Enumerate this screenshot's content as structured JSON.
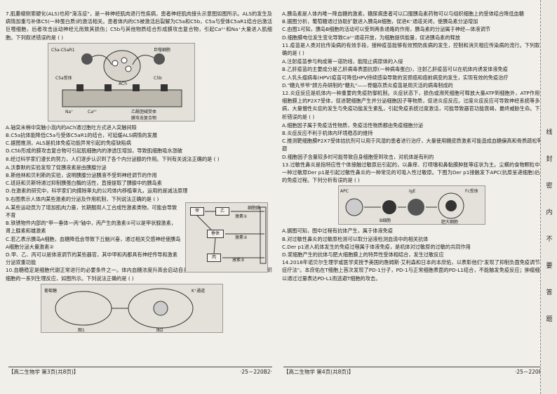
{
  "left": {
    "q7": {
      "stem": "7.肌萎缩侧索硬化(ALS)也称\"渐冻症\"，是一种神经肌肉退行性疾病，患者神经肌肉接头示意图如图所示。ALS的发生及病情加重与补体C5(一种蛋白质)的激活相关。患者体内的C5被激活后裂解为C5a和C5b，C5a与受体C5aR1结合后激活巨噬细胞，后者攻击运动神经元而致其损伤；C5b与其他物质结合形成膜攻击复合物，引起Ca²⁺和Na⁺大量进入肌细胞。下列叙述错误的是",
      "blank": "(      )",
      "options": [
        "A.轴突末梢中突触小泡内的ACh通过胞吐方式进入突触间隙",
        "B.C5a抗体能降低C5a与受体C5aR1的结合，可延缓ALS病情的发展",
        "C.据图推测，ALS是机体免疫功能异常引起的免疫缺陷病",
        "D.C5b形成的膜攻击复合物可引起肌细胞内的渗透压增加，导致肌细胞吸水涨破"
      ],
      "fig_labels": {
        "microglia": "C5a-C5aR1",
        "macrophage": "巨噬细胞",
        "receptor": "C5a受体",
        "complex": "C5b",
        "na": "Na⁺",
        "ca": "Ca²⁺",
        "ach": "ACh",
        "muscle": "乙酰胆碱受体",
        "membrane": "膜攻击复合物"
      }
    },
    "q8": {
      "stem": "8.经过科学家们漫长的努力，人们逐步认识到了各个内分泌腺的作用。下列有关说法正确的是",
      "blank": "(      )",
      "options": [
        "A.沃泰默的实验发现了促胰液素是由胰腺分泌",
        "B.斯他林和贝利斯的实验，说明胰腺分泌胰液不受到神经调节的作用",
        "C.班廷和贝斯特通过抑制胰蛋白酶的活性，直接提取了胰腺中的胰岛素",
        "D.在激素的研究中，科学家们向摘除睾丸的公鸡体内移植睾丸，运用的是减法原理"
      ]
    },
    "q9": {
      "stem": "9.右图表示人体内某些激素的分泌及作用机制，下列说法正确的是",
      "blank": "(      )",
      "options": [
        "A.某些运动员为了增加肌肉力量，长期服用人工合成性激素类物，可能会导致不育",
        "B.铁锈物件内部的\"甲一垂体一丙\"轴中，丙产生的激素②可以是甲状腺激素，肾上腺素和雄激素",
        "C.若乙表示胰岛A细胞，血糖降低会导致下丘脑兴奋，通过相关交感神经使胰岛A细胞分泌大量激素②",
        "D.甲、乙、丙可以是体液调节的某些器官，其中甲和丙都具有神经传导和激素分泌双重功能"
      ],
      "fig_labels": {
        "jia": "甲",
        "yi": "乙",
        "bing": "丙",
        "chuiti": "垂体",
        "jisu1": "激素①",
        "jisu2": "激素②",
        "jisu3": "激素③",
        "cell": "细胞膜"
      }
    },
    "q10": {
      "stem": "10.血糖稳定是细胞代谢正常进行的必要条件之一。体内血糖浓度升高会启动自身的调节机制，图1是胰岛B细胞和组织细胞的一系列生理反应，如图所示。下列说法正确的是",
      "blank": "(      )",
      "fig_labels": {
        "fig1": "图1",
        "fig2": "图2",
        "glucose": "葡萄糖",
        "k": "K⁺通道"
      }
    }
  },
  "right": {
    "q10opts": [
      "A.胰岛素是人体内唯一降血糖的激素，糖尿病患者可以口服胰岛素药物可以与组织细胞上的受体结合降低血糖",
      "B.据图分析，葡萄糖通过协助扩散进入胰岛B细胞，促进K⁺通道关闭，使胰岛素分泌增加",
      "C.由图1可知，胰岛B细胞的活动可以受到两条通路的作用，胰岛素的分泌属于神经—体液调节",
      "D.细胞膜电位发生变化导致Ca²⁺通道开放，为细胞提供能量，促进胰岛素的释放"
    ],
    "q11": {
      "stem": "11.疫苗是人类对抗传染病的有效手段，接种疫苗能够有效预防疾病的发生，控制和消灭相应传染病的流行。下列叙述正确的是",
      "blank": "(      )",
      "options": [
        "A.注射疫苗参与构成第一道防线，能阻止病原体的入侵",
        "B.乙肝疫苗的主要成分是乙肝病毒表面抗原(一种病毒蛋白)，注射乙肝疫苗可以在机体内诱发体液免疫",
        "C.人乳头瘤病毒(HPV)疫苗可降低HPV持续感染导致的宫颈癌和癌前病变的发生，实现有效的免疫治疗",
        "D.\"糖丸爷爷\"顾方舟研制的\"糖丸\"——脊髓灰质炎疫苗是用灭活的病毒制成的"
      ]
    },
    "q12": {
      "stem": "12.炎症反应是机体内一种重要的免疫防御机制。炎症状态下，损伤或濒死细胞可释放大量ATP到细胞外，ATP作用于靶细胞膜上的P2X7受体，促进靶细胞产生并分泌细胞因子等物质，促进炎症反应。过度炎症反应可导致神经系统等多种疾病，大量慢性炎症的发生与免疫功能发生紊乱，引起免疫系统过度激活，可能导致器官功能衰竭，最终威胁生命。下列分析错误的是",
      "blank": "(      )",
      "options": [
        "A.细胞因子属于免疫活性物质，免疫活性物质都由免疫细胞分泌",
        "B.炎症反应不利于机体内环境稳态的维持",
        "C.推测靶细胞膜P2X7受体拮抗剂可以用于风湿的患者进行治疗，大量使用糖皮质激素可能造成血糖偏高和骨质疏松等问题",
        "D.细胞因子含量较多时可能导致自身细胞受到攻击，对机体是有利的"
      ]
    },
    "q13": {
      "stem": "13.过敏性鼻炎是指特应性个体接触过敏原后引起的，以鼻痒、打喷嚏和鼻黏膜肿胀等症状为主。尘螨的食物颗粒中含有一种过敏原Der p1是引起过敏性鼻炎的一种常见的可吸入性过敏原。下图为Der p1接触发下APC(抗原呈递细胞)后发生的免疫过程。下列分析有误的是",
      "blank": "(      )",
      "fig_labels": {
        "apc": "APC",
        "b": "B细胞",
        "ige": "IgE",
        "fc": "Fc受体",
        "mast": "肥大细胞"
      },
      "options": [
        "A.据图可知，图中过程有抗体产生，属于体液免疫",
        "B.对过敏性鼻炎的过敏原检测可以取分泌液检测血清中的相关抗体",
        "C.Der p1进入机体发生的免疫过程属于体液免疫，是机体对过敏原的过敏的共同作用",
        "D.浆细胞产生的抗体与肥大细胞膜上的特异性受体相结合，发生过敏反应"
      ]
    },
    "q14": {
      "stem": "14.2018年诺贝尔生理学或医学奖授予美国的詹姆斯·艾利森和日本的本庶佑，以表彰他们\"发现了抑制负面免疫调节的癌症疗法\"。本庶佑在T细胞上首次发现了PD-1分子，PD-1与正常细胞表面的PD-L1结合，不能触发免疫反应；肿瘤细胞可以通过过量表达PD-L1而逃避T细胞的攻击。"
    }
  },
  "footer": {
    "left_title": "【高二生物学  第3页(共8页)】",
    "left_code": "·25－220B2·",
    "right_title": "【高二生物学  第4页(共8页)】",
    "right_code": "·25－220B2·"
  },
  "spine": [
    "线",
    "封",
    "密",
    "内",
    "不",
    "要",
    "答",
    "题"
  ],
  "colors": {
    "paper": "#f1efe9",
    "ink": "#1e1e1e"
  }
}
